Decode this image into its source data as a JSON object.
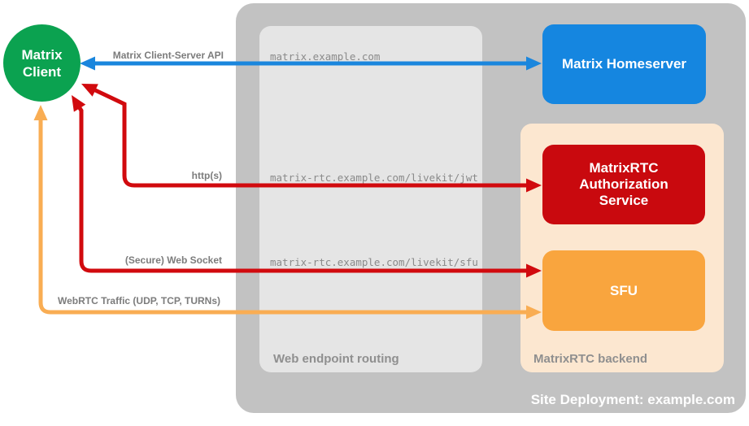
{
  "client": {
    "label": "Matrix Client",
    "color": "#0ba250"
  },
  "container": {
    "label": "Site Deployment: example.com",
    "color": "#c2c2c2",
    "label_color": "#ffffff"
  },
  "zones": {
    "routing": {
      "label": "Web endpoint routing",
      "color": "#e5e5e5",
      "label_color": "#8f8f8f"
    },
    "backend": {
      "label": "MatrixRTC backend",
      "color": "#fce7d0",
      "label_color": "#8f8f8f"
    }
  },
  "nodes": {
    "homeserver": {
      "label": "Matrix Homeserver",
      "color": "#1586e0"
    },
    "auth_service": {
      "label": "MatrixRTC Authorization Service",
      "color": "#c9090e"
    },
    "sfu": {
      "label": "SFU",
      "color": "#f9a53e"
    }
  },
  "connections": {
    "client_server_api": {
      "label": "Matrix Client-Server API",
      "route": "matrix.example.com",
      "color": "#1a86dd"
    },
    "http": {
      "label": "http(s)",
      "route": "matrix-rtc.example.com/livekit/jwt",
      "color": "#d10a0e"
    },
    "websocket": {
      "label": "(Secure) Web Socket",
      "route": "matrix-rtc.example.com/livekit/sfu",
      "color": "#d10a0e"
    },
    "webrtc": {
      "label": "WebRTC Traffic (UDP, TCP, TURNs)",
      "color": "#f9ad53"
    }
  },
  "text_colors": {
    "conn_label": "#7c7c7c",
    "url": "#8a8a8a"
  }
}
